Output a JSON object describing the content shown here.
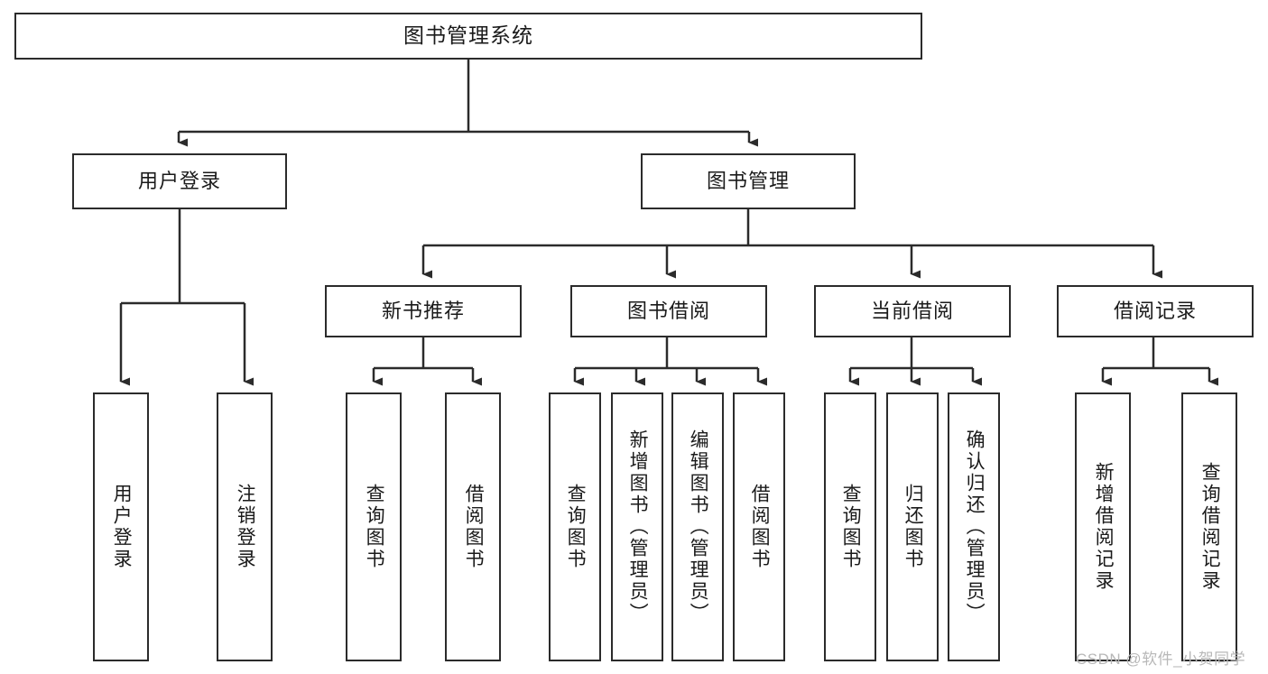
{
  "diagram": {
    "type": "hierarchy-tree",
    "title": "图书管理系统",
    "watermark": "CSDN @软件_小贺同学",
    "colors": {
      "stroke": "#2b2b2b",
      "fill": "#ffffff",
      "text": "#1a1a1a",
      "watermark": "#b8b8b8"
    },
    "nodes": {
      "root": {
        "label": "图书管理系统"
      },
      "level2": [
        {
          "label": "用户登录"
        },
        {
          "label": "图书管理"
        }
      ],
      "level3": [
        {
          "label": "新书推荐"
        },
        {
          "label": "图书借阅"
        },
        {
          "label": "当前借阅"
        },
        {
          "label": "借阅记录"
        }
      ],
      "leaves_user_login": [
        {
          "label": "用户登录"
        },
        {
          "label": "注销登录"
        }
      ],
      "leaves_new_book": [
        {
          "label": "查询图书"
        },
        {
          "label": "借阅图书"
        }
      ],
      "leaves_borrow": [
        {
          "label": "查询图书"
        },
        {
          "label": "新增图书（管理员）"
        },
        {
          "label": "编辑图书（管理员）"
        },
        {
          "label": "借阅图书"
        }
      ],
      "leaves_current": [
        {
          "label": "查询图书"
        },
        {
          "label": "归还图书"
        },
        {
          "label": "确认归还（管理员）"
        }
      ],
      "leaves_records": [
        {
          "label": "新增借阅记录"
        },
        {
          "label": "查询借阅记录"
        }
      ]
    }
  }
}
